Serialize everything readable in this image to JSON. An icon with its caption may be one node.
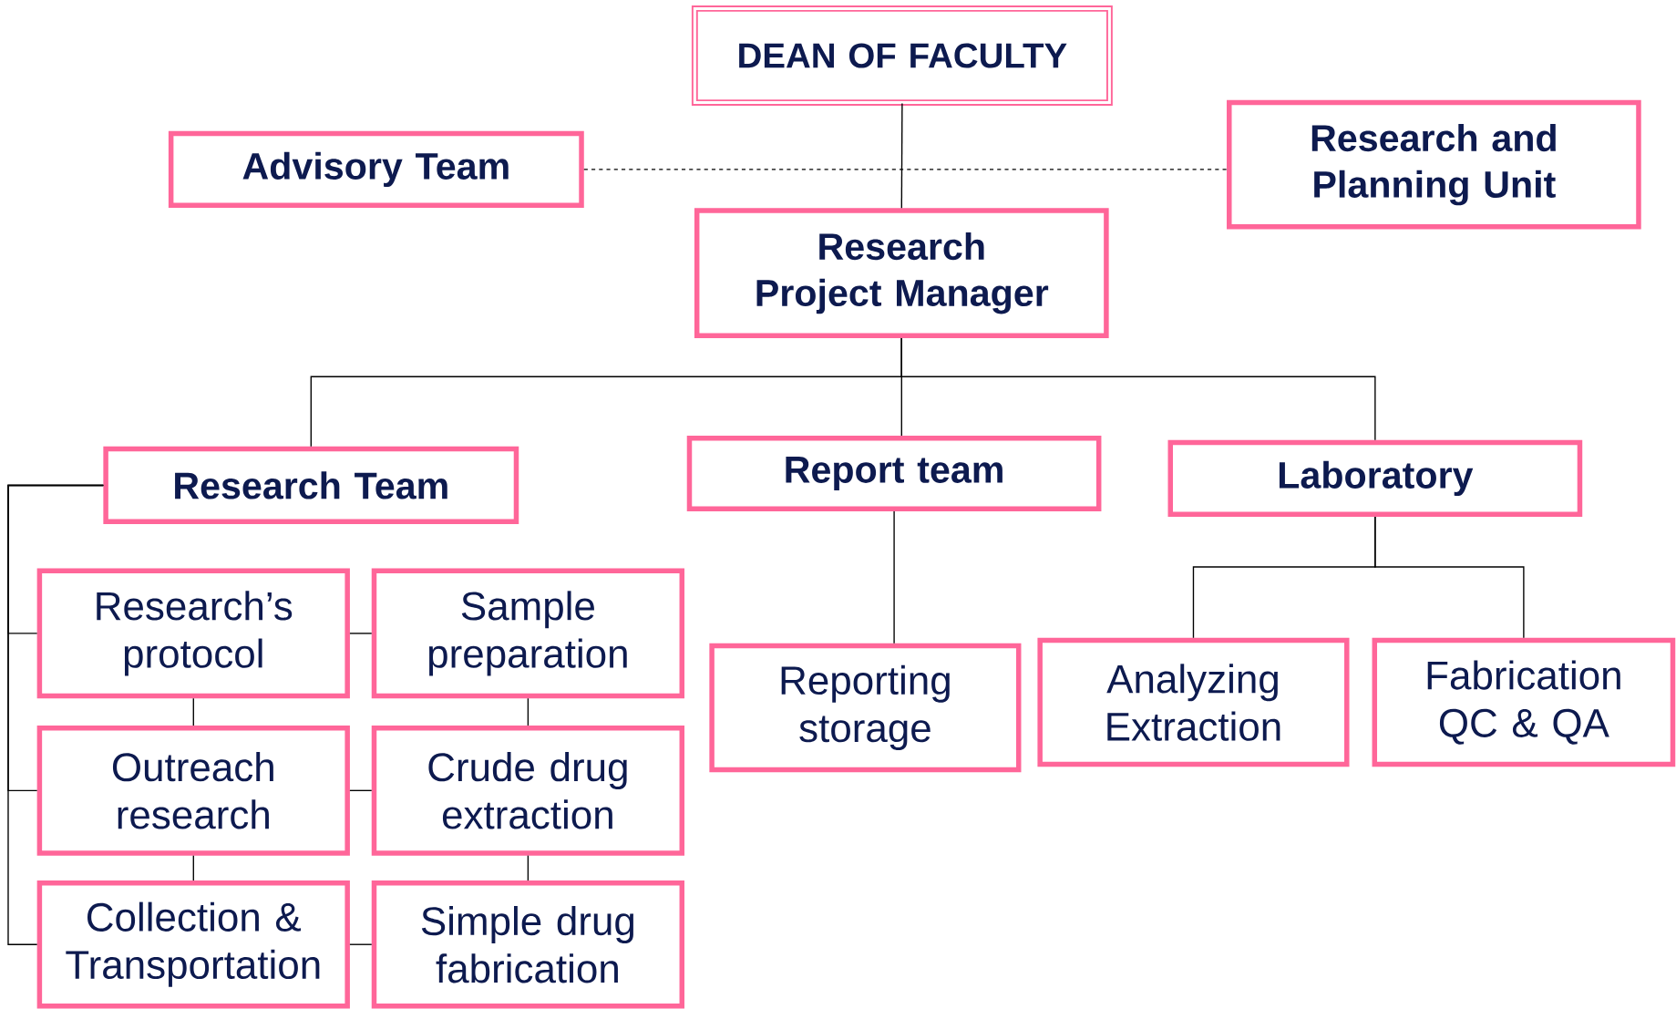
{
  "diagram": {
    "nodes": [
      {
        "text": [
          "DEAN OF FACULTY"
        ]
      },
      {
        "text": [
          "Advisory Team"
        ]
      },
      {
        "text": [
          "Research and Planning Unit"
        ]
      },
      {
        "text": [
          "Research Project Manager"
        ]
      },
      {
        "text": [
          "Research Team"
        ]
      },
      {
        "text": [
          "Report team"
        ]
      },
      {
        "text": [
          "Laboratory"
        ]
      },
      {
        "text": [
          "Research’s protocol"
        ]
      },
      {
        "text": [
          "Sample preparation"
        ]
      },
      {
        "text": [
          "Outreach research"
        ]
      },
      {
        "text": [
          "Crude drug extraction"
        ]
      },
      {
        "text": [
          "Collection & Transportation"
        ]
      },
      {
        "text": [
          "Simple drug fabrication"
        ]
      },
      {
        "text": [
          "Reporting storage"
        ]
      },
      {
        "text": [
          "Analyzing Extraction"
        ]
      },
      {
        "text": [
          "Fabrication QC & QA"
        ]
      }
    ],
    "edges": [
      {
        "from": 0,
        "to": 3,
        "arrow": "none"
      },
      {
        "from": 1,
        "to": 2,
        "arrow": "none",
        "style": "dashed"
      },
      {
        "from": 3,
        "to": 4,
        "arrow": "none"
      },
      {
        "from": 3,
        "to": 5,
        "arrow": "none"
      },
      {
        "from": 3,
        "to": 6,
        "arrow": "none"
      },
      {
        "from": 5,
        "to": 13,
        "arrow": "none"
      },
      {
        "from": 6,
        "to": 14,
        "arrow": "none"
      },
      {
        "from": 6,
        "to": 15,
        "arrow": "none"
      },
      {
        "from": 4,
        "to": 7,
        "arrow": "none"
      },
      {
        "from": 4,
        "to": 9,
        "arrow": "none"
      },
      {
        "from": 4,
        "to": 11,
        "arrow": "none"
      },
      {
        "from": 7,
        "to": 8,
        "arrow": "none"
      },
      {
        "from": 7,
        "to": 9,
        "arrow": "none"
      },
      {
        "from": 8,
        "to": 10,
        "arrow": "none"
      },
      {
        "from": 9,
        "to": 10,
        "arrow": "none"
      },
      {
        "from": 9,
        "to": 11,
        "arrow": "none"
      },
      {
        "from": 10,
        "to": 12,
        "arrow": "none"
      },
      {
        "from": 11,
        "to": 12,
        "arrow": "none"
      }
    ]
  }
}
